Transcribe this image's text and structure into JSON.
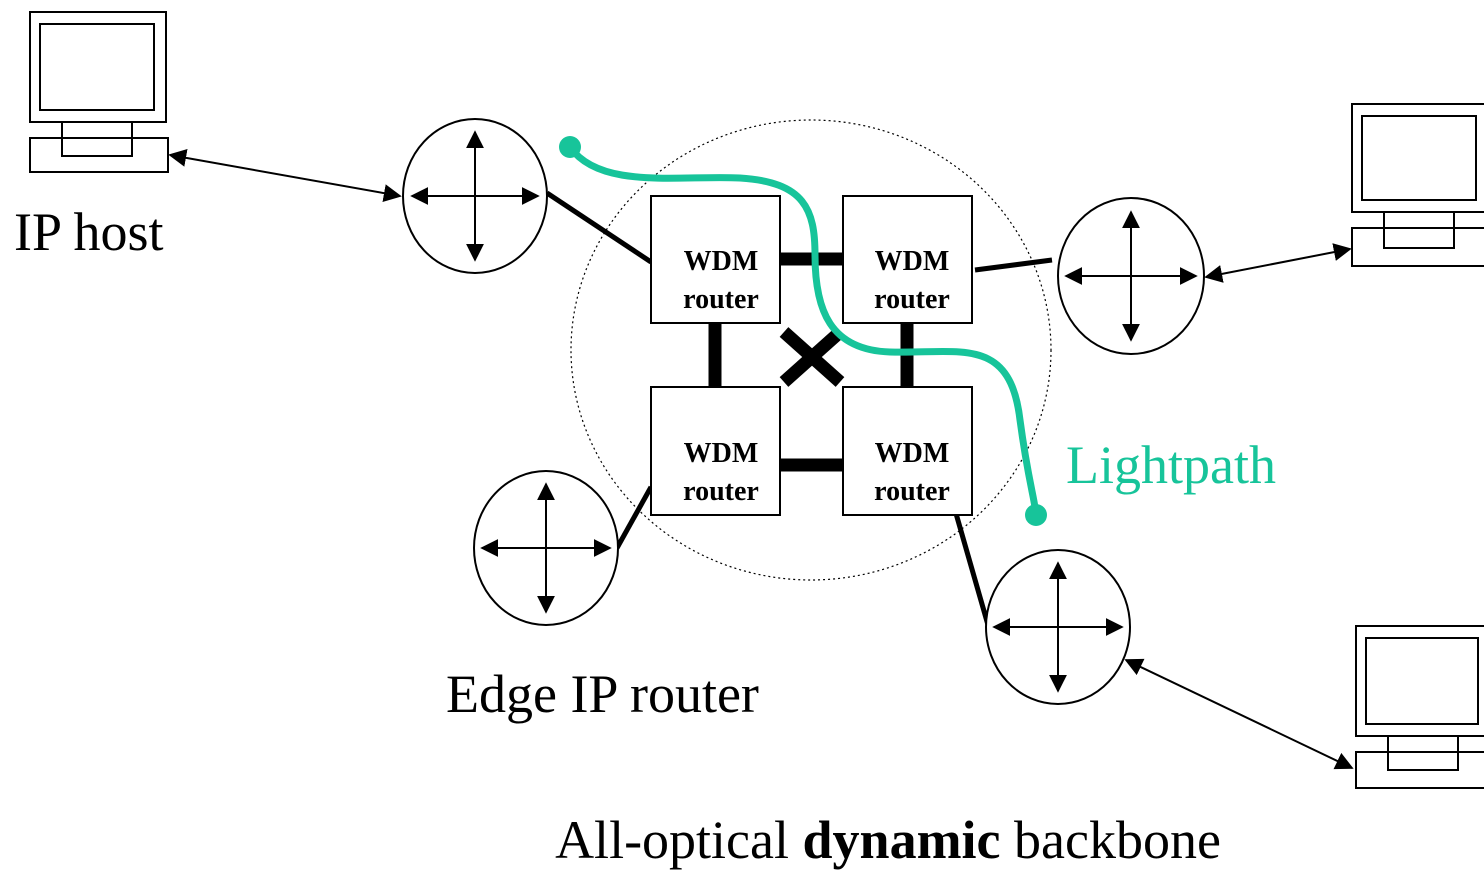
{
  "colors": {
    "lightpath": "#17c49a",
    "line": "#000000",
    "background": "#ffffff"
  },
  "labels": {
    "ip_host": "IP host",
    "edge_ip_router": "Edge IP router",
    "lightpath": "Lightpath",
    "backbone_prefix": "All-optical ",
    "backbone_bold": "dynamic",
    "backbone_suffix": " backbone"
  },
  "wdm_routers": [
    {
      "line1": "WDM",
      "line2": "router"
    },
    {
      "line1": "WDM",
      "line2": "router"
    },
    {
      "line1": "WDM",
      "line2": "router"
    },
    {
      "line1": "WDM",
      "line2": "router"
    }
  ],
  "icons": {
    "host": "computer-icon",
    "router": "router-crossed-arrows-icon"
  }
}
